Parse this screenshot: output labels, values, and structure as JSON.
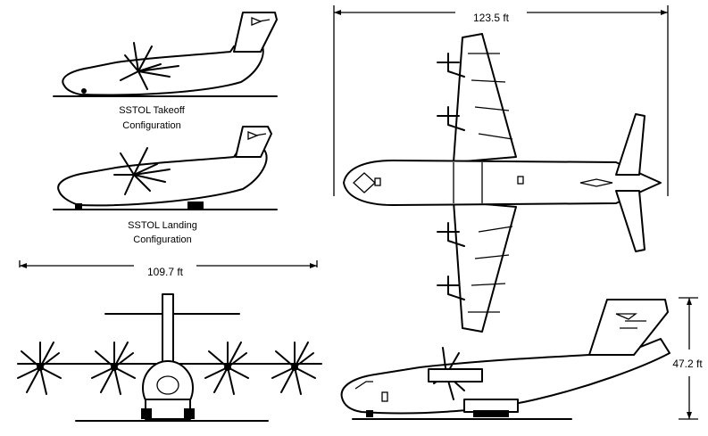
{
  "labels": {
    "takeoff_line1": "SSTOL Takeoff",
    "takeoff_line2": "Configuration",
    "landing_line1": "SSTOL Landing",
    "landing_line2": "Configuration"
  },
  "dimensions": {
    "front_span": "109.7 ft",
    "top_span": "123.5 ft",
    "side_height": "47.2 ft"
  }
}
